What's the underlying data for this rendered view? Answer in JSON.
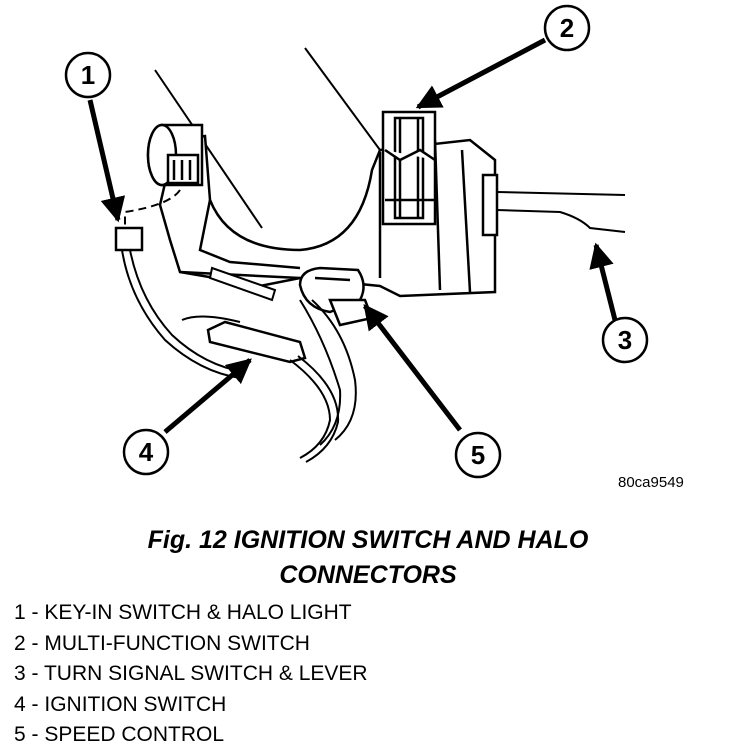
{
  "diagram": {
    "callouts": [
      {
        "number": "1",
        "target": "key-in-switch-halo-connector"
      },
      {
        "number": "2",
        "target": "multi-function-switch-connector"
      },
      {
        "number": "3",
        "target": "turn-signal-lever"
      },
      {
        "number": "4",
        "target": "ignition-switch-connector"
      },
      {
        "number": "5",
        "target": "speed-control-connector"
      }
    ],
    "reference_code": "80ca9549"
  },
  "caption": {
    "line1": "Fig. 12 IGNITION SWITCH AND HALO",
    "line2": "CONNECTORS"
  },
  "legend": [
    {
      "number": "1",
      "text": "KEY-IN SWITCH & HALO LIGHT"
    },
    {
      "number": "2",
      "text": "MULTI-FUNCTION SWITCH"
    },
    {
      "number": "3",
      "text": "TURN SIGNAL SWITCH & LEVER"
    },
    {
      "number": "4",
      "text": "IGNITION SWITCH"
    },
    {
      "number": "5",
      "text": "SPEED CONTROL"
    }
  ]
}
